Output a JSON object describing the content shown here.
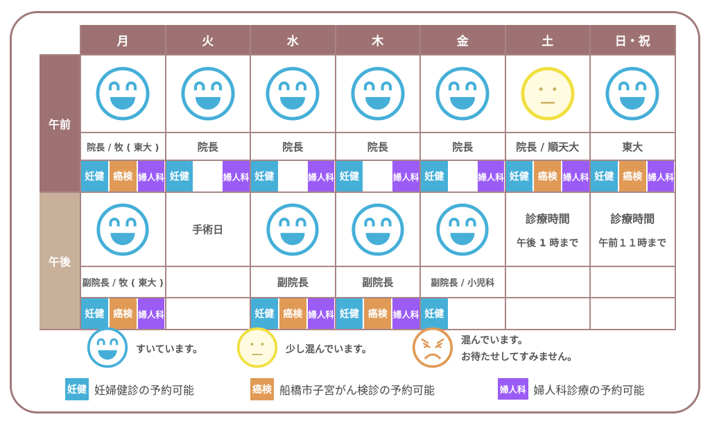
{
  "days": [
    "月",
    "火",
    "水",
    "木",
    "金",
    "土",
    "日・祝"
  ],
  "periods": {
    "am": "午前",
    "pm": "午後"
  },
  "badge_labels": {
    "ninken": "妊健",
    "gan": "癌検",
    "fujin": "婦人科"
  },
  "colors": {
    "header": "#9e7272",
    "pm_header": "#c8b09a",
    "ninken": "#45afd8",
    "gan": "#e09a55",
    "fujin": "#9b5cf5",
    "happy": "#45afd8",
    "neutral": "#f0e040",
    "angry": "#e09a55"
  },
  "am": {
    "status": [
      "happy",
      "happy",
      "happy",
      "happy",
      "happy",
      "neutral",
      "happy"
    ],
    "doctors": [
      "院長 / 牧 ( 東大 )",
      "院長",
      "院長",
      "院長",
      "院長",
      "院長 / 順天大",
      "東大"
    ],
    "badges": [
      [
        "ninken",
        "gan",
        "fujin"
      ],
      [
        "ninken",
        "",
        "fujin"
      ],
      [
        "ninken",
        "",
        "fujin"
      ],
      [
        "ninken",
        "",
        "fujin"
      ],
      [
        "ninken",
        "",
        "fujin"
      ],
      [
        "ninken",
        "gan",
        "fujin"
      ],
      [
        "ninken",
        "gan",
        "fujin"
      ]
    ]
  },
  "pm": {
    "status": [
      "happy",
      "surgery",
      "happy",
      "happy",
      "happy",
      "closed",
      "closed"
    ],
    "surgery_label": "手術日",
    "closed_notes": [
      null,
      null,
      null,
      null,
      null,
      {
        "l1": "診療時間",
        "l2": "午後 1 時まで"
      },
      {
        "l1": "診療時間",
        "l2": "午前１１時まで"
      }
    ],
    "doctors": [
      "副院長 / 牧 ( 東大 )",
      "",
      "副院長",
      "副院長",
      "副院長 / 小児科",
      "",
      ""
    ],
    "badges": [
      [
        "ninken",
        "gan",
        "fujin"
      ],
      [],
      [
        "ninken",
        "gan",
        "fujin"
      ],
      [
        "ninken",
        "gan",
        "fujin"
      ],
      [
        "ninken"
      ],
      [],
      []
    ]
  },
  "legend": {
    "happy": "すいています。",
    "neutral": "少し混んでいます。",
    "angry_l1": "混んでいます。",
    "angry_l2": "お待たせしてすみません。",
    "ninken": "妊婦健診の予約可能",
    "gan": "船橋市子宮がん検診の予約可能",
    "fujin": "婦人科診療の予約可能"
  }
}
